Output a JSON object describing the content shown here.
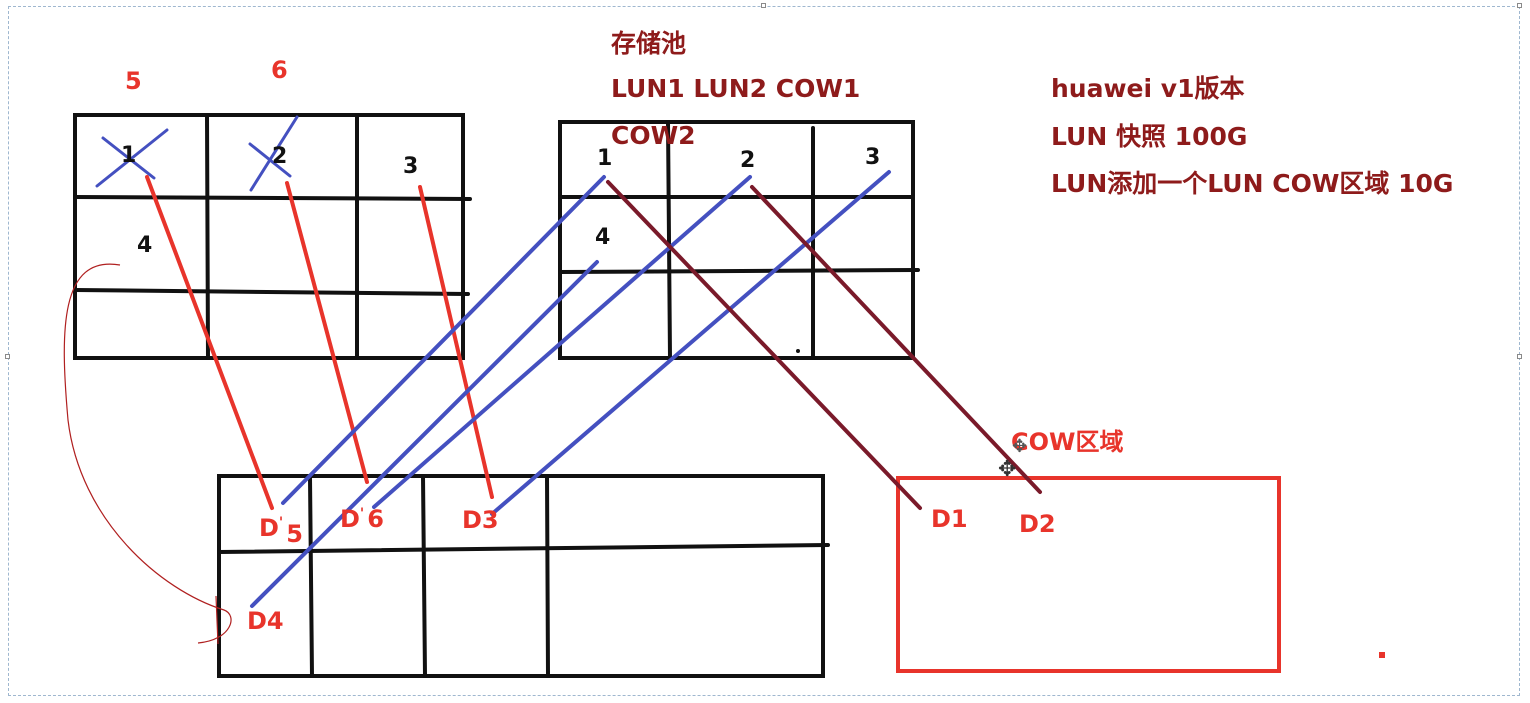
{
  "notes": {
    "pool_title": "存储池",
    "pool_line1": "LUN1 LUN2 COW1",
    "pool_line2": "COW2",
    "version": "huawei v1版本",
    "snapshot": "LUN 快照 100G",
    "cow_add": "LUN添加一个LUN COW区域 10G"
  },
  "left_grid": {
    "label_5": "5",
    "label_6": "6",
    "cell_1": "1",
    "cell_2": "2",
    "cell_3": "3",
    "cell_4": "4"
  },
  "snapshot_grid": {
    "cell_1": "1",
    "cell_2": "2",
    "cell_3": "3",
    "cell_4": "4"
  },
  "storage_grid": {
    "d5_prefix": "D",
    "d5_mark": "'",
    "d5_num": "5",
    "d6_prefix": "D",
    "d6_mark": "'",
    "d6_num": "6",
    "d3": "D3",
    "d4": "D4"
  },
  "cow_area": {
    "title": "COW区域",
    "d1": "D1",
    "d2": "D2"
  },
  "colors": {
    "note": "#8e1b1b",
    "red": "#e8342b",
    "blue": "#4450c0",
    "maroon": "#7a1a2a",
    "black": "#111111"
  }
}
